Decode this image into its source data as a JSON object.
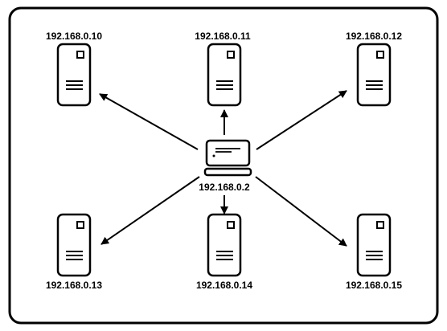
{
  "diagram": {
    "hub": {
      "label": "192.168.0.2",
      "icon": "laptop-icon"
    },
    "servers": [
      {
        "label": "192.168.0.10",
        "icon": "server-icon"
      },
      {
        "label": "192.168.0.11",
        "icon": "server-icon"
      },
      {
        "label": "192.168.0.12",
        "icon": "server-icon"
      },
      {
        "label": "192.168.0.13",
        "icon": "server-icon"
      },
      {
        "label": "192.168.0.14",
        "icon": "server-icon"
      },
      {
        "label": "192.168.0.15",
        "icon": "server-icon"
      }
    ],
    "colors": {
      "stroke": "#000000",
      "background": "#ffffff"
    }
  }
}
